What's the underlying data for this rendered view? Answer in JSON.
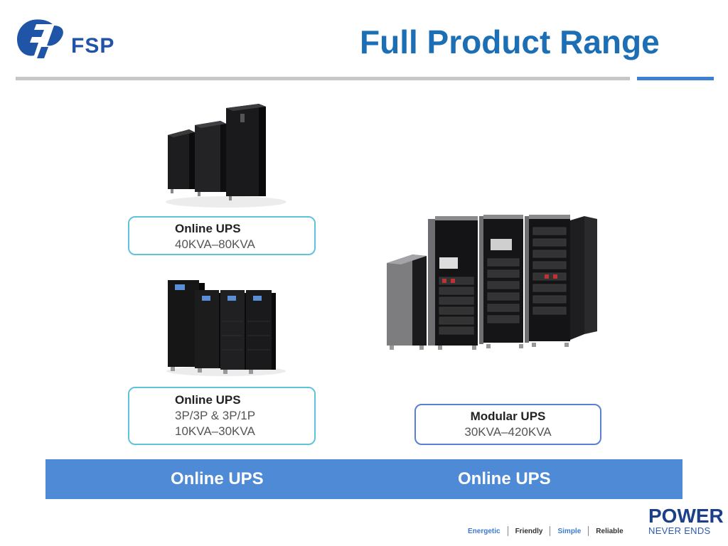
{
  "header": {
    "logo_text": "FSP",
    "title": "Full Product Range"
  },
  "products": [
    {
      "title": "Online UPS",
      "lines": [
        "40KVA–80KVA"
      ]
    },
    {
      "title": "Online UPS",
      "lines": [
        "3P/3P & 3P/1P",
        "10KVA–30KVA"
      ]
    },
    {
      "title": "Modular UPS",
      "lines": [
        "30KVA–420KVA"
      ]
    }
  ],
  "band": {
    "left": "Online UPS",
    "right": "Online UPS"
  },
  "footer": {
    "tags": [
      "Energetic",
      "Friendly",
      "Simple",
      "Reliable"
    ],
    "brand_line1": "POWER",
    "brand_line2": "NEVER ENDS"
  },
  "colors": {
    "title_blue": "#1c6fb5",
    "band_blue": "#4f8ad6",
    "label_border": "#5fc3d9",
    "rule_gray": "#c6c6c6",
    "rule_blue": "#3d7fd0"
  }
}
